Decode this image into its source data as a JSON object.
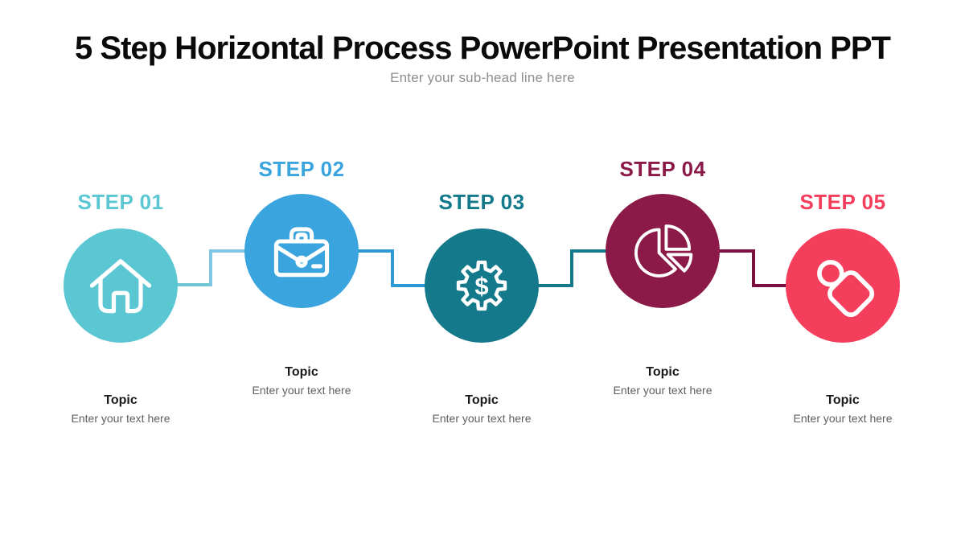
{
  "slide": {
    "title": "5 Step Horizontal Process PowerPoint Presentation PPT",
    "subtitle": "Enter your sub-head line here"
  },
  "steps": [
    {
      "label": "STEP 01",
      "topic": "Topic",
      "description": "Enter your text here",
      "accent_color": "#5BC7D2",
      "icon": "home-icon"
    },
    {
      "label": "STEP 02",
      "topic": "Topic",
      "description": "Enter your text here",
      "accent_color": "#3AA4DE",
      "icon": "briefcase-icon"
    },
    {
      "label": "STEP 03",
      "topic": "Topic",
      "description": "Enter your text here",
      "accent_color": "#13798B",
      "icon": "gear-dollar-icon"
    },
    {
      "label": "STEP 04",
      "topic": "Topic",
      "description": "Enter your text here",
      "accent_color": "#8C1A48",
      "icon": "pie-chart-icon"
    },
    {
      "label": "STEP 05",
      "topic": "Topic",
      "description": "Enter your text here",
      "accent_color": "#F43E5C",
      "icon": "price-tag-icon"
    }
  ],
  "connectors": {
    "step1-to-step2-lower": {
      "color": "#6FC6D3"
    },
    "step1-to-step2-upper": {
      "color": "#7EC8E5"
    },
    "step2-to-step3": {
      "color": "#2E9AD3"
    },
    "step3-to-step4": {
      "color": "#13798B"
    },
    "step4-to-step5": {
      "color": "#7B0F3F"
    }
  }
}
